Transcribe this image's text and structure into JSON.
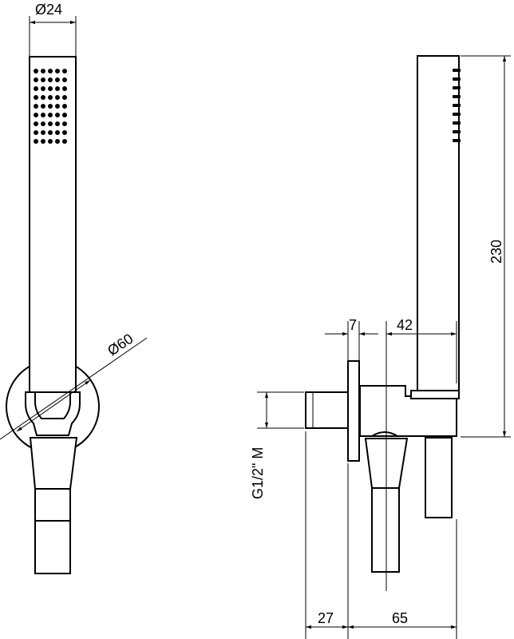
{
  "labels": {
    "diam_handshower": "Ø24",
    "diam_plate": "Ø60",
    "height": "230",
    "plate_thickness": "7",
    "offset": "42",
    "connection": "G1/2\" M",
    "depth_left": "27",
    "depth_right": "65"
  },
  "colors": {
    "line": "#000000",
    "background": "#ffffff"
  }
}
